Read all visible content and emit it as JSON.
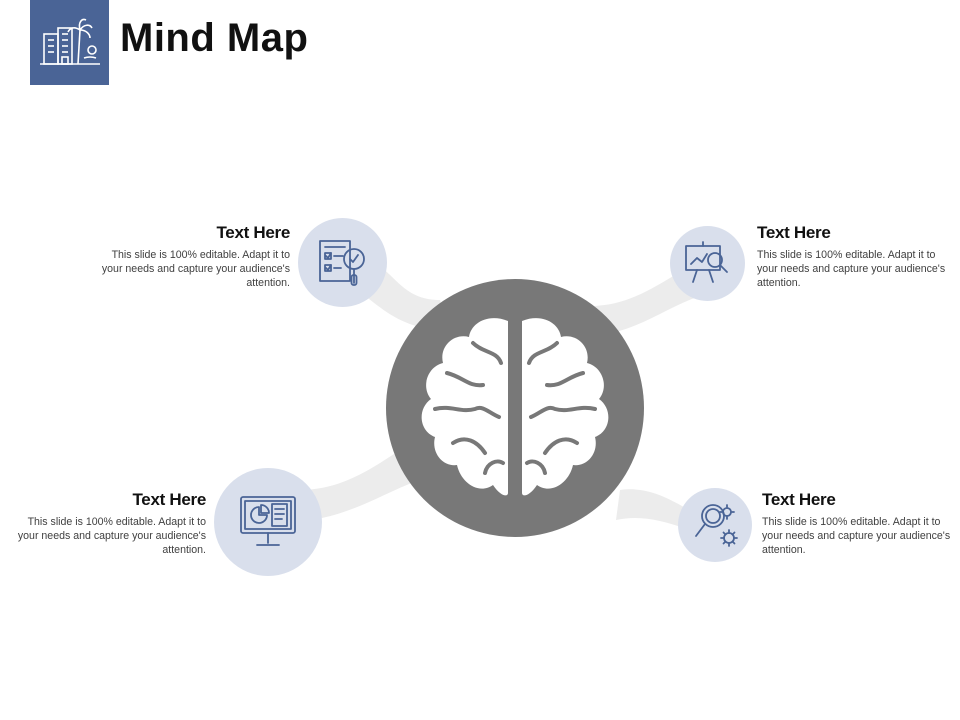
{
  "title": "Mind Map",
  "items": [
    {
      "position": "top-left",
      "heading": "Text Here",
      "body": "This slide is 100% editable. Adapt it to your needs and capture your audience's attention.",
      "icon": "checklist-magnifier-icon"
    },
    {
      "position": "top-right",
      "heading": "Text Here",
      "body": "This slide is 100% editable. Adapt it to your needs and capture your audience's attention.",
      "icon": "presentation-board-search-icon"
    },
    {
      "position": "bottom-left",
      "heading": "Text Here",
      "body": "This slide is 100% editable. Adapt it to your needs and capture your audience's attention.",
      "icon": "monitor-dashboard-icon"
    },
    {
      "position": "bottom-right",
      "heading": "Text Here",
      "body": "This slide is 100% editable. Adapt it to your needs and capture your audience's attention.",
      "icon": "search-gear-icon"
    }
  ],
  "center_icon": "brain-icon",
  "logo_icon": "city-building-palm-icon",
  "colors": {
    "accent": "#4a6496",
    "node_fill": "#d9dfec",
    "center_fill": "#787878",
    "connector": "#ececec",
    "icon_stroke": "#4a6496"
  }
}
